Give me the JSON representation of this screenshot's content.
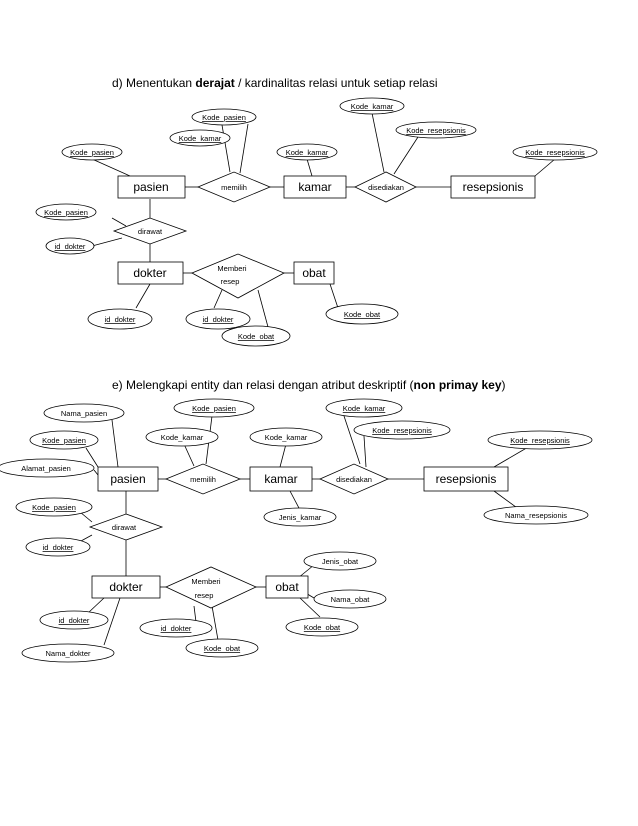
{
  "section_d": {
    "prefix": "d)  Menentukan ",
    "bold": "derajat",
    "suffix": " / kardinalitas relasi untuk setiap relasi"
  },
  "section_e": {
    "prefix": "e)  Melengkapi entity dan relasi dengan atribut deskriptif (",
    "bold": "non primay key",
    "suffix": ")"
  },
  "diagram_d": {
    "entities": {
      "pasien": "pasien",
      "kamar": "kamar",
      "resepsionis": "resepsionis",
      "dokter": "dokter",
      "obat": "obat"
    },
    "relations": {
      "memilih": "memilih",
      "disediakan": "disediakan",
      "dirawat": "dirawat",
      "memberi_1": "Memberi",
      "memberi_2": "resep"
    },
    "attributes": {
      "kode_pasien_top": "Kode_pasien",
      "kode_pasien_memilih": "Kode_pasien",
      "kode_kamar_memilih": "Kode_kamar",
      "kode_kamar_disediakan": "Kode_kamar",
      "kode_resepsionis_disediakan": "Kode_resepsionis",
      "kode_kamar_ent": "Kode_kamar",
      "kode_resepsionis_ent": "Kode_resepsionis",
      "kode_pasien_dirawat": "Kode_pasien",
      "id_dokter_dirawat": "id_dokter",
      "id_dokter_ent": "id_dokter",
      "id_dokter_memberi": "id_dokter",
      "kode_obat_memberi": "Kode_obat",
      "kode_obat_ent": "Kode_obat"
    }
  },
  "diagram_e": {
    "entities": {
      "pasien": "pasien",
      "kamar": "kamar",
      "resepsionis": "resepsionis",
      "dokter": "dokter",
      "obat": "obat"
    },
    "relations": {
      "memilih": "memilih",
      "disediakan": "disediakan",
      "dirawat": "dirawat",
      "memberi_1": "Memberi",
      "memberi_2": "resep"
    },
    "attributes": {
      "nama_pasien": "Nama_pasien",
      "kode_pasien_ent": "Kode_pasien",
      "alamat_pasien": "Alamat_pasien",
      "kode_pasien_memilih": "Kode_pasien",
      "kode_kamar_memilih": "Kode_kamar",
      "kode_kamar_ent": "Kode_kamar",
      "jenis_kamar": "Jenis_kamar",
      "kode_kamar_disediakan": "Kode_kamar",
      "kode_resepsionis_disediakan": "Kode_resepsionis",
      "kode_resepsionis_ent": "Kode_resepsionis",
      "nama_resepsionis": "Nama_resepsionis",
      "kode_pasien_dirawat": "Kode_pasien",
      "id_dokter_dirawat": "id_dokter",
      "id_dokter_ent": "id_dokter",
      "nama_dokter": "Nama_dokter",
      "id_dokter_memberi": "id_dokter",
      "kode_obat_memberi": "Kode_obat",
      "jenis_obat": "Jenis_obat",
      "nama_obat": "Nama_obat",
      "kode_obat_ent": "Kode_obat"
    }
  },
  "colors": {
    "stroke": "#000000",
    "fill": "#ffffff",
    "text": "#000000"
  }
}
